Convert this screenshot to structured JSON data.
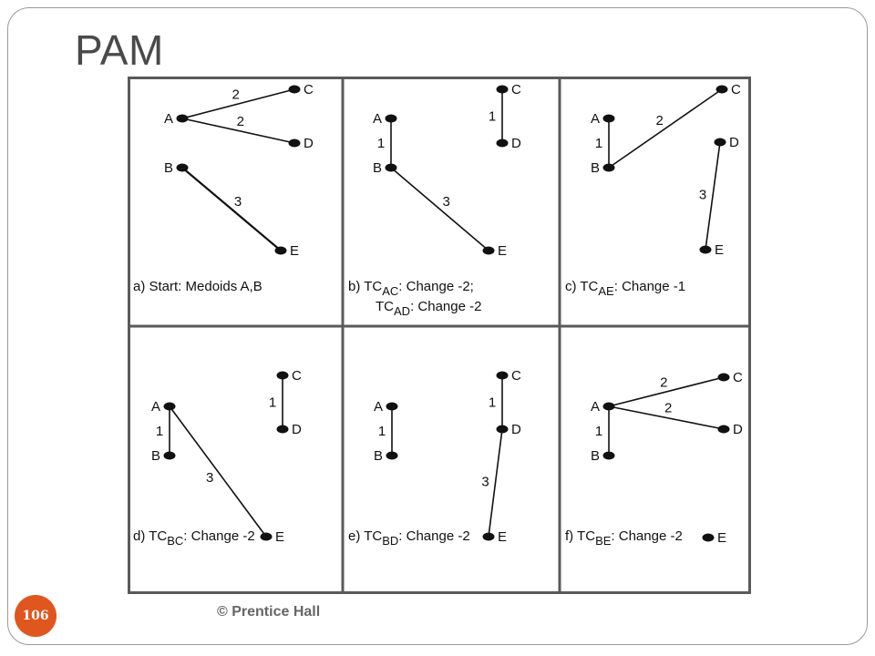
{
  "slide": {
    "title": "PAM",
    "copyright": "© Prentice Hall",
    "page_number": "106"
  },
  "panels": [
    {
      "id": "a",
      "nodes": [
        "A",
        "B",
        "C",
        "D",
        "E"
      ],
      "edges": [
        {
          "from": "A",
          "to": "C",
          "weight": "2"
        },
        {
          "from": "A",
          "to": "D",
          "weight": "2"
        },
        {
          "from": "B",
          "to": "E",
          "weight": "3"
        }
      ],
      "caption": [
        {
          "text": "a) Start:  Medoids A,B"
        }
      ]
    },
    {
      "id": "b",
      "nodes": [
        "A",
        "B",
        "C",
        "D",
        "E"
      ],
      "edges": [
        {
          "from": "A",
          "to": "B",
          "weight": "1"
        },
        {
          "from": "C",
          "to": "D",
          "weight": "1"
        },
        {
          "from": "B",
          "to": "E",
          "weight": "3"
        }
      ],
      "caption": [
        {
          "prefix": "b) TC",
          "sub": "AC",
          "suffix": ": Change -2;"
        },
        {
          "prefix": "TC",
          "sub": "AD",
          "suffix": ": Change -2"
        }
      ]
    },
    {
      "id": "c",
      "nodes": [
        "A",
        "B",
        "C",
        "D",
        "E"
      ],
      "edges": [
        {
          "from": "A",
          "to": "B",
          "weight": "1"
        },
        {
          "from": "B",
          "to": "C",
          "weight": "2"
        },
        {
          "from": "D",
          "to": "E",
          "weight": "3"
        }
      ],
      "caption": [
        {
          "prefix": "c) TC",
          "sub": "AE",
          "suffix": ": Change -1"
        }
      ]
    },
    {
      "id": "d",
      "nodes": [
        "A",
        "B",
        "C",
        "D",
        "E"
      ],
      "edges": [
        {
          "from": "A",
          "to": "B",
          "weight": "1"
        },
        {
          "from": "C",
          "to": "D",
          "weight": "1"
        },
        {
          "from": "A",
          "to": "E",
          "weight": "3"
        }
      ],
      "caption": [
        {
          "prefix": "d) TC",
          "sub": "BC",
          "suffix": ": Change -2"
        }
      ]
    },
    {
      "id": "e",
      "nodes": [
        "A",
        "B",
        "C",
        "D",
        "E"
      ],
      "edges": [
        {
          "from": "A",
          "to": "B",
          "weight": "1"
        },
        {
          "from": "C",
          "to": "D",
          "weight": "1"
        },
        {
          "from": "D",
          "to": "E",
          "weight": "3"
        }
      ],
      "caption": [
        {
          "prefix": "e) TC",
          "sub": "BD",
          "suffix": ": Change -2"
        }
      ]
    },
    {
      "id": "f",
      "nodes": [
        "A",
        "B",
        "C",
        "D",
        "E"
      ],
      "edges": [
        {
          "from": "A",
          "to": "B",
          "weight": "1"
        },
        {
          "from": "A",
          "to": "C",
          "weight": "2"
        },
        {
          "from": "A",
          "to": "D",
          "weight": "2"
        }
      ],
      "caption": [
        {
          "prefix": "f) TC",
          "sub": "BE",
          "suffix": ": Change -2"
        }
      ]
    }
  ],
  "colors": {
    "badge": "#e0561f",
    "grid_border": "#5a5a5a",
    "ink": "#111111"
  }
}
